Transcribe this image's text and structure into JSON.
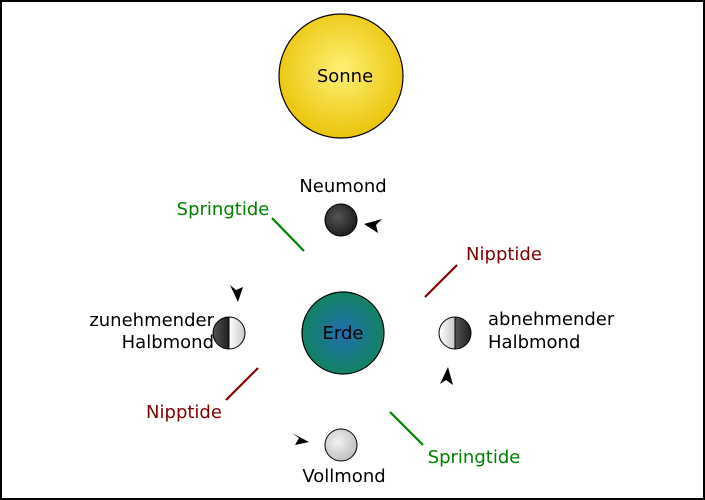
{
  "labels": {
    "sun": "Sonne",
    "earth": "Erde",
    "new_moon": "Neumond",
    "full_moon": "Vollmond",
    "waxing_line1": "zunehmender",
    "waxing_line2": "Halbmond",
    "waning_line1": "abnehmender",
    "waning_line2": "Halbmond",
    "spring_tide_top": "Springtide",
    "spring_tide_bottom": "Springtide",
    "neap_tide_right": "Nipptide",
    "neap_tide_left": "Nipptide"
  },
  "colors": {
    "sun_fill": "#f2d000",
    "earth_fill": "#1a7f5a",
    "spring_tide": "#008000",
    "neap_tide": "#800000",
    "moon_dark": "#333333",
    "moon_light": "#dcdcdc"
  },
  "icons": {
    "orbit_direction": "arrowhead-icon"
  }
}
